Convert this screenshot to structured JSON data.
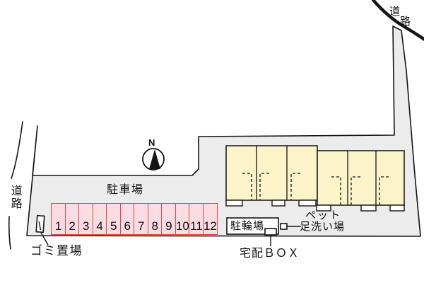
{
  "meta": {
    "type": "apartment-site-plan"
  },
  "colors": {
    "site_fill": "#ececec",
    "building_fill": "#fbf4c9",
    "parking_fill": "#fadce2",
    "parking_border": "#e0474b",
    "line": "#141414"
  },
  "labels": {
    "road_top_right_char1": "道",
    "road_top_right_char2": "路",
    "road_left": "道路",
    "north": "N",
    "parking_area": "駐車場",
    "garbage_area": "ゴミ置場",
    "bicycle_parking": "駐輪場",
    "delivery_box": "宅配ＢＯＸ",
    "pet_wash_line1": "ペット",
    "pet_wash_line2": "足洗い場"
  },
  "parking": {
    "stalls": [
      "1",
      "2",
      "3",
      "4",
      "5",
      "6",
      "7",
      "8",
      "9",
      "10",
      "11",
      "12"
    ]
  },
  "buildings": {
    "left_block_units": 3,
    "right_block_units": 3
  }
}
